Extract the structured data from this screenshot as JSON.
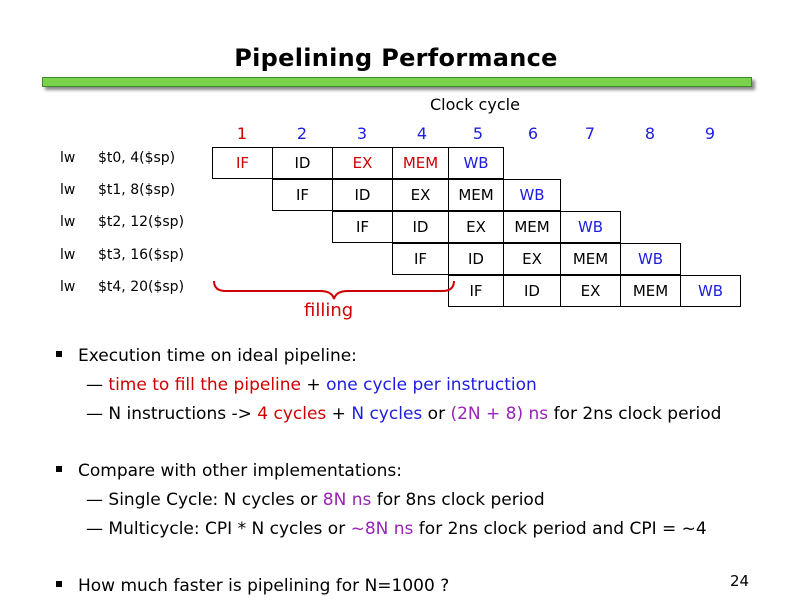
{
  "title": "Pipelining Performance",
  "clock_label": "Clock cycle",
  "cycles": [
    "1",
    "2",
    "3",
    "4",
    "5",
    "6",
    "7",
    "8",
    "9"
  ],
  "instructions": [
    {
      "op": "lw",
      "args": "$t0, 4($sp)"
    },
    {
      "op": "lw",
      "args": "$t1, 8($sp)"
    },
    {
      "op": "lw",
      "args": "$t2, 12($sp)"
    },
    {
      "op": "lw",
      "args": "$t3, 16($sp)"
    },
    {
      "op": "lw",
      "args": "$t4, 20($sp)"
    }
  ],
  "stages": [
    "IF",
    "ID",
    "EX",
    "MEM",
    "WB"
  ],
  "filling_label": "filling",
  "bullets": {
    "b1": {
      "text": "Execution time on ideal pipeline:",
      "s1": {
        "a": "time to fill the pipeline",
        "b": " + ",
        "c": "one cycle per instruction"
      },
      "s2": {
        "a": "N instructions -> ",
        "b": "4 cycles",
        "c": " + ",
        "d": "N cycles",
        "e": " or ",
        "f": "(2N + 8) ns",
        "g": " for 2ns clock period"
      }
    },
    "b2": {
      "text": "Compare with other implementations:",
      "s1": {
        "a": "Single Cycle: N cycles or ",
        "b": "8N ns",
        "c": " for 8ns clock period"
      },
      "s2": {
        "a": "Multicycle: CPI * N cycles or ",
        "b": "~8N ns",
        "c": " for 2ns clock period and CPI = ~4"
      }
    },
    "b3": {
      "text": "How much faster is pipelining for N=1000 ?"
    }
  },
  "dash": "—",
  "page_number": "24",
  "colors": {
    "accent_bar": "#7ad14b",
    "red": "#d00000",
    "blue": "#1d1de0",
    "purple": "#9a22b8"
  }
}
